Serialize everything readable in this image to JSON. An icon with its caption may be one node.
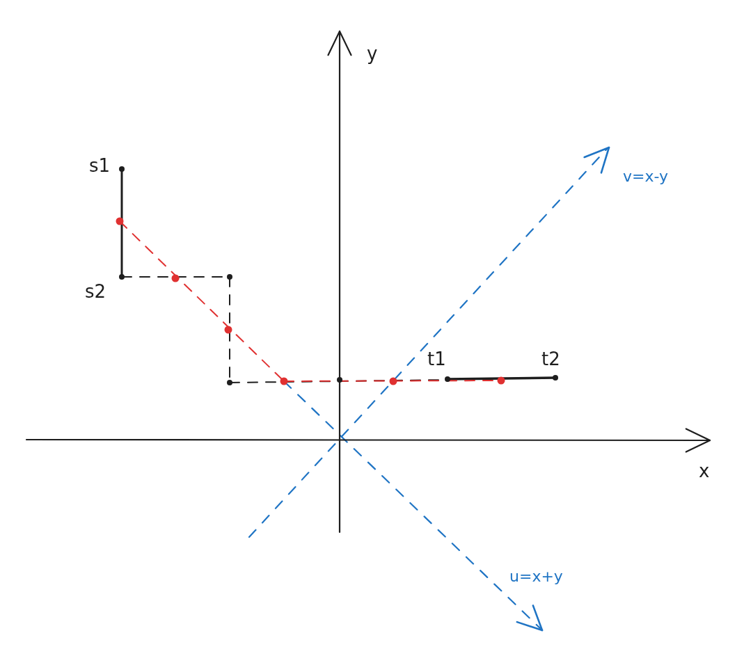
{
  "diagram": {
    "labels": [
      "y",
      "s1",
      "v=x-y",
      "s2",
      "t1",
      "t2",
      "x",
      "u=x+y"
    ]
  }
}
